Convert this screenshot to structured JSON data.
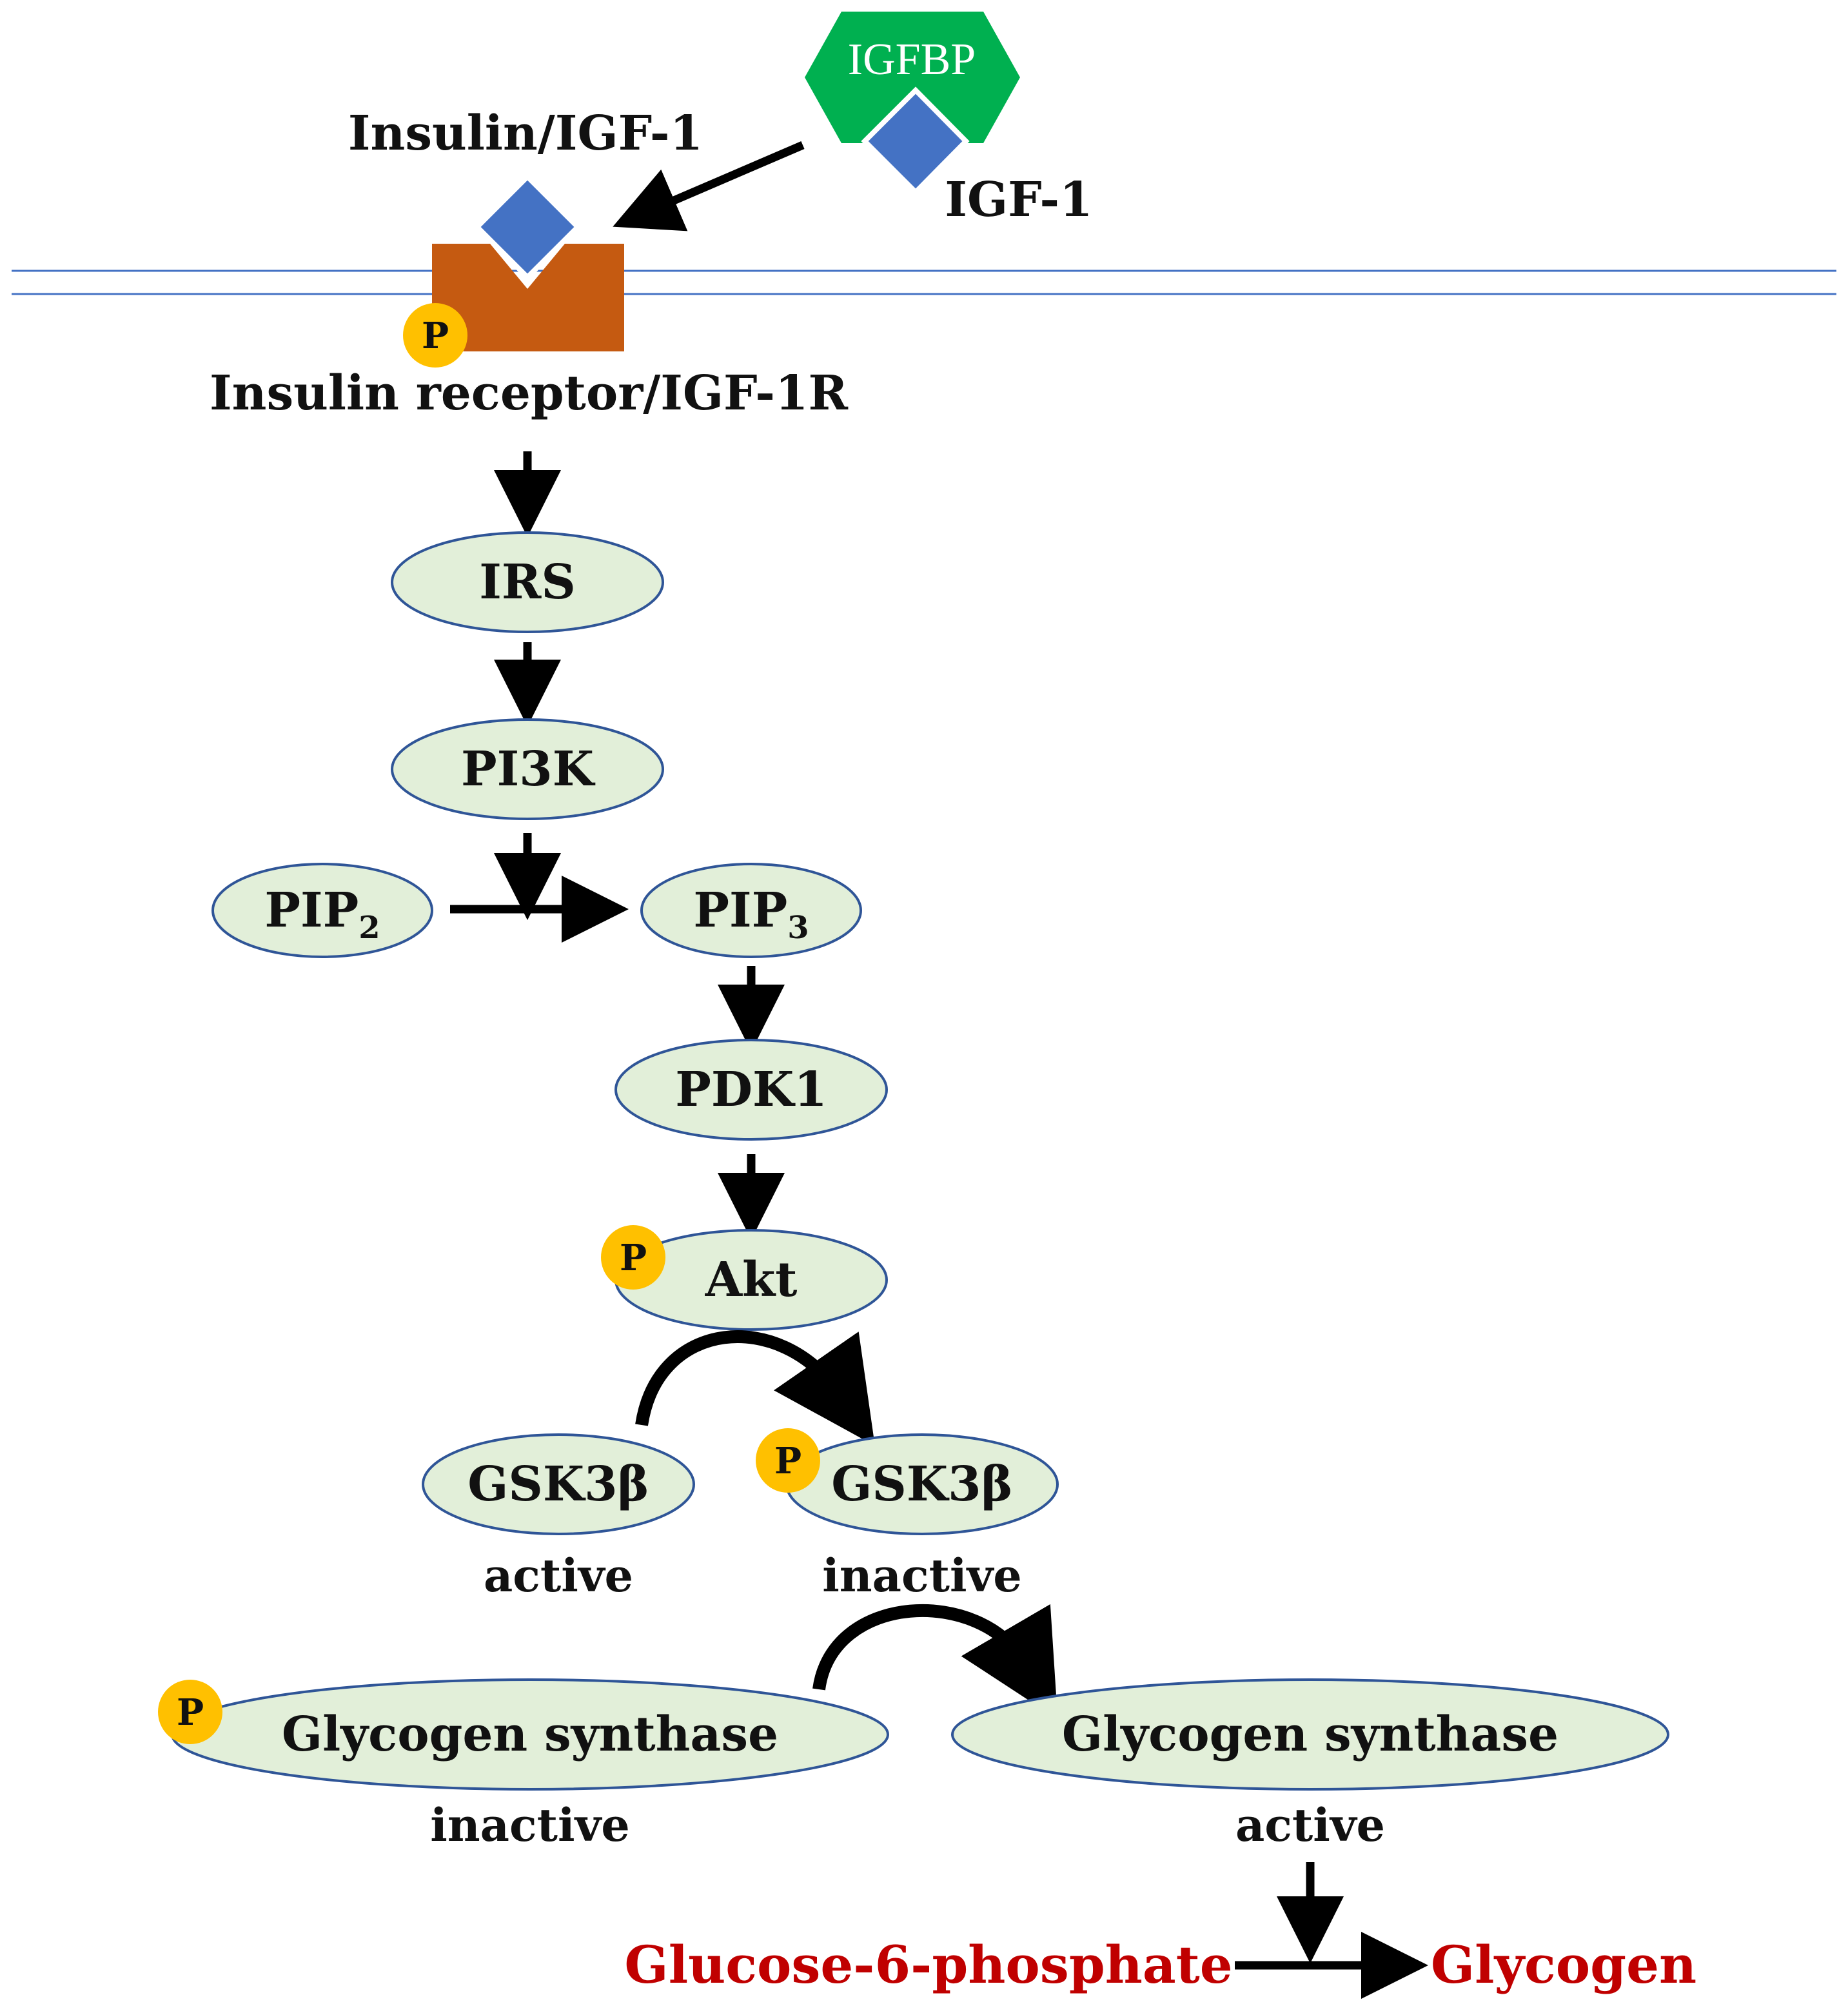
{
  "colors": {
    "node_fill": "#e2efd9",
    "node_stroke": "#2f5597",
    "phospho_fill": "#ffc000",
    "receptor_fill": "#c55a11",
    "ligand_fill": "#4472c4",
    "binding_protein_fill": "#00b050",
    "membrane_line": "#4472c4",
    "arrow": "#000000",
    "product_text": "#c00000"
  },
  "icons": {
    "ligand": "blue-diamond",
    "binding_protein": "green-hexagon",
    "receptor": "orange-v-receptor",
    "phosphate": "yellow-circle-p"
  },
  "labels": {
    "igfbp": "IGFBP",
    "igf1": "IGF-1",
    "insulin_igf1": "Insulin/IGF-1",
    "receptor": "Insulin receptor/IGF-1R",
    "phospho": "P"
  },
  "nodes": {
    "irs": "IRS",
    "pi3k": "PI3K",
    "pip2": {
      "base": "PIP",
      "sub": "2"
    },
    "pip3": {
      "base": "PIP",
      "sub": "3"
    },
    "pdk1": "PDK1",
    "akt": "Akt",
    "gsk_active": "GSK3β",
    "gsk_inactive": "GSK3β",
    "gs_inactive": "Glycogen synthase",
    "gs_active": "Glycogen synthase"
  },
  "states": {
    "gsk_active": "active",
    "gsk_inactive": "inactive",
    "gs_inactive": "inactive",
    "gs_active": "active"
  },
  "products": {
    "substrate": "Glucose-6-phosphate",
    "product": "Glycogen"
  }
}
